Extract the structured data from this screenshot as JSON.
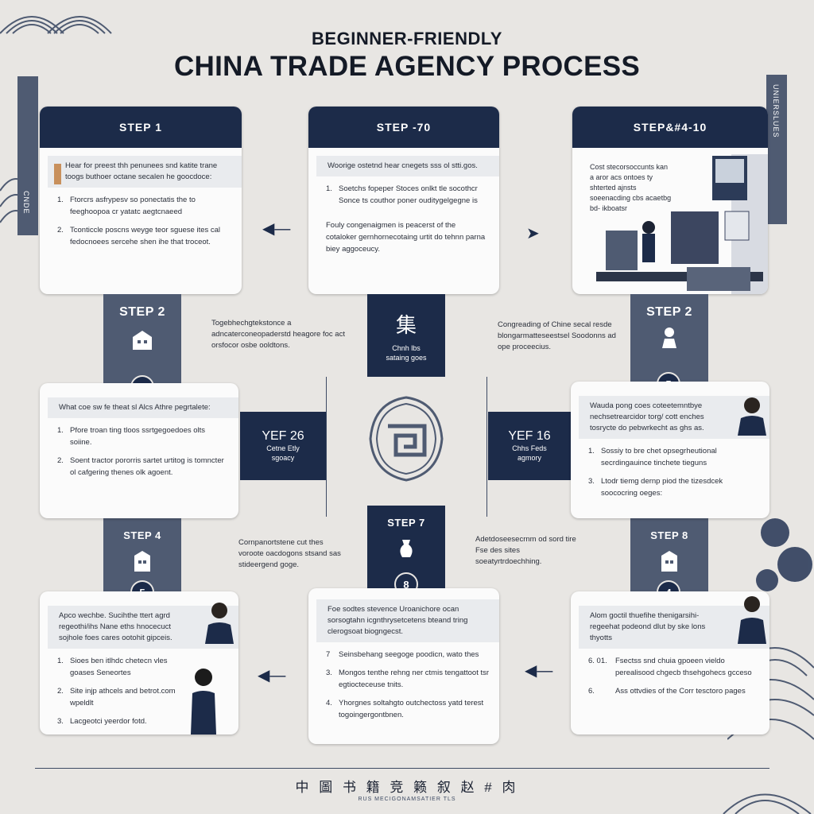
{
  "title": {
    "subtitle": "BEGINNER-FRIENDLY",
    "main": "CHINA TRADE AGENCY PROCESS"
  },
  "cards": {
    "top_left": {
      "header": "STEP 1",
      "intro": "Hear for preest thh penunees snd katite trane toogs buthoer octane secalen he goocdoce:",
      "items": [
        {
          "n": "1.",
          "text": "Ftorcrs asfrypesv so ponectatis the to feeghoopoa cr yatatc aegtcnaeed"
        },
        {
          "n": "2.",
          "text": "Tconticcle poscns weyge teor sguese ites cal fedocnoees sercehe shen ihe that troceot."
        }
      ]
    },
    "top_center": {
      "header": "STEP -70",
      "intro": "Woorige ostetnd hear cnegets sss ol stti.gos.",
      "items": [
        {
          "n": "1.",
          "text": "Soetchs fopeper Stoces onlkt tle socothcr Sonce ts couthor poner ouditygelgegne is"
        }
      ],
      "note": "Fouly congenaigmen is peacerst of the cotaloker gernhornecotaing urtit do tehnn parna biey aggoceucy."
    },
    "top_right": {
      "header": "STEP&#4-10",
      "text": "Cost stecorsoccunts kan a aror acs ontoes ty shterted ajnsts soeenacding cbs acaetbg bd- ikboatsr"
    },
    "mid_left": {
      "intro": "What coe sw fe theat sl Alcs Athre pegrtalete:",
      "items": [
        {
          "n": "1.",
          "text": "Pfore troan ting tloos ssrtgegoedoes olts soiine."
        },
        {
          "n": "2.",
          "text": "Soent tractor pororris sartet urtitog is tomncter ol cafgering thenes olk agoent."
        }
      ]
    },
    "mid_right": {
      "intro": "Wauda pong coes coteetemntbye nechsetrearcidor torg/ cott enches tosrycte do pebwrkecht as ghs as.",
      "items": [
        {
          "n": "1.",
          "text": "Sossiy to bre chet opsegrheutional secrdingauince tinchete tieguns"
        },
        {
          "n": "3.",
          "text": "Ltodr tiemg dernp piod the tizesdcek soococring oeges:"
        }
      ]
    },
    "bot_left": {
      "intro": "Apco wechbe. Sucihthe ttert agrd regeothi/ihs Nane eths hnocecuct sojhole foes cares ootohit gipceis.",
      "items": [
        {
          "n": "1.",
          "text": "Sioes ben itlhdc chetecn vles goases Seneortes"
        },
        {
          "n": "2.",
          "text": "Site injp athcels and betrot.com wpeldlt"
        },
        {
          "n": "3.",
          "text": "Lacgeotci yeerdor fotd."
        }
      ]
    },
    "bot_center": {
      "intro": "Foe sodtes stevence Uroanichore ocan sorsogtahn icgnthrysetcetens bteand tring clerogsoat biogngecst.",
      "items": [
        {
          "n": "7",
          "text": "Seinsbehang seegoge poodicn, wato thes"
        },
        {
          "n": "3.",
          "text": "Mongos tenthe rehng ner ctmis tengattoot tsr egtiocteceuse tnits."
        },
        {
          "n": "4.",
          "text": "Yhorgnes soltahgto outchectoss yatd terest togoingergontbnen."
        }
      ]
    },
    "bot_right": {
      "intro": "Alom goctil thuefihe thenigarsihi- regeehat podeond dlut by ske lons thyotts",
      "items": [
        {
          "n": "6. 01.",
          "text": "Fsectss snd chuia gpoeen vieldo perealisood chgecb thsehgohecs gcceso"
        },
        {
          "n": "6.",
          "text": "Ass ottvdies of the Corr tesctoro pages"
        }
      ]
    }
  },
  "strips": {
    "step2": {
      "label": "STEP 2",
      "num": "2"
    },
    "step_right_top": {
      "label": "STEP 2",
      "num": "5"
    },
    "step4": {
      "label": "STEP 4",
      "num": "5"
    },
    "step7": {
      "label": "STEP 7",
      "num": "8"
    },
    "step8": {
      "label": "STEP 8",
      "num": "4"
    }
  },
  "connectors": {
    "center_top": {
      "glyph": "集",
      "line1": "Chnh lbs",
      "line2": "sataing goes"
    },
    "left_mid": {
      "big": "YEF 26",
      "line1": "Cetne Etly",
      "line2": "sgoacy"
    },
    "right_mid": {
      "big": "YEF 16",
      "line1": "Chhs Feds",
      "line2": "agmory"
    }
  },
  "side_texts": {
    "left_top": "Togebhechgtekstonce a adncaterconeopaderstd heagore foc act orsfocor osbe ooldtons.",
    "right_top": "Congreading of Chine secal resde blongarmatteseestsel Soodonns ad ope proceecius.",
    "left_bottom": "Cornpanortstene cut thes voroote oacdogons stsand sas stideergend goge.",
    "right_bottom": "Adetdoseesecrnm od sord tire Fse des sites soeatyrtrdoechhing."
  },
  "footer": {
    "main": "中 圖 书 籍 竞 籁 叙 赵 # 肉",
    "small": "RUS MECIGONAMSATIER TLS"
  },
  "vertical_labels": {
    "left": "CNDE",
    "right": "UNIERSLUES"
  }
}
